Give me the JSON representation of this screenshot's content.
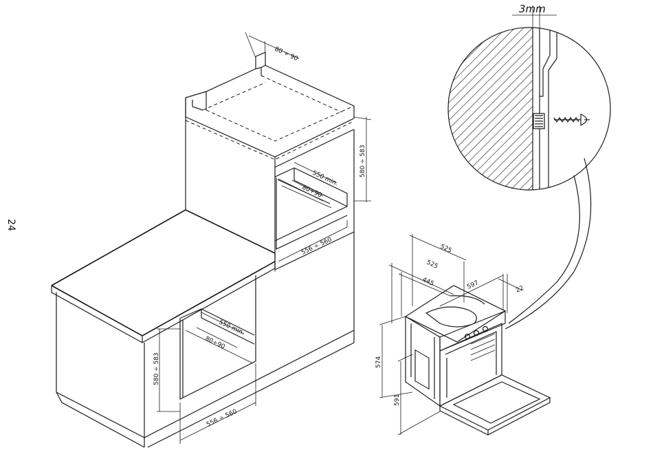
{
  "page_number": "24",
  "diagram": {
    "top_gap": "80 ÷ 90",
    "column_height_range": "580 ÷ 583",
    "column_depth_min": "550 min.",
    "column_vent": "80÷90",
    "column_width_range": "556 ÷ 560",
    "base_height_range": "580 ÷ 583",
    "base_depth_min": "550 min.",
    "base_vent": "80÷90",
    "base_width_range": "556 ÷ 560",
    "detail_gap": "3mm",
    "oven_depth_top": "525",
    "oven_depth_side": "525",
    "oven_depth_inner": "445",
    "oven_width": "597",
    "oven_front": "22",
    "oven_body_height": "574",
    "oven_total_height": "591"
  }
}
